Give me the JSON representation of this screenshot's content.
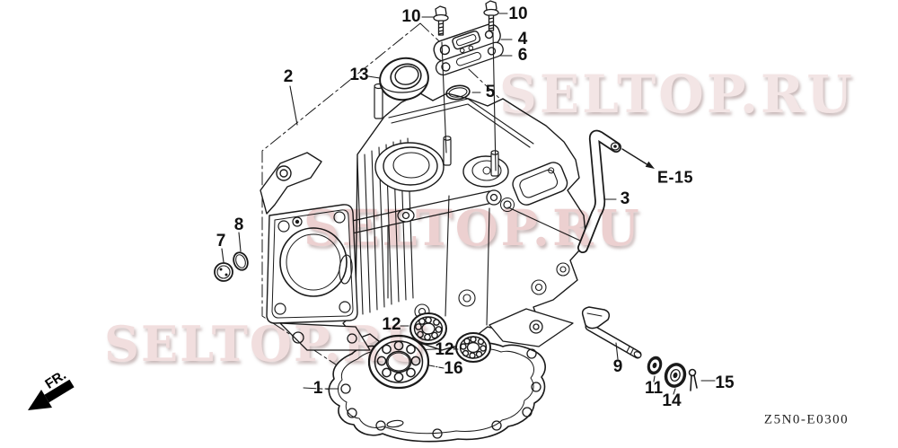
{
  "figure": {
    "type": "exploded-parts-diagram",
    "part_code": "Z5N0-E0300"
  },
  "watermark": {
    "text": "SELTOP.RU",
    "color_light": "#f3e5e5",
    "color_mid": "#eccfcf"
  },
  "direction": {
    "label": "FR."
  },
  "reference": {
    "label": "E-15"
  },
  "callouts": [
    {
      "ref": "10"
    },
    {
      "ref": "10"
    },
    {
      "ref": "4"
    },
    {
      "ref": "6"
    },
    {
      "ref": "5"
    },
    {
      "ref": "13"
    },
    {
      "ref": "2"
    },
    {
      "ref": "3"
    },
    {
      "ref": "7"
    },
    {
      "ref": "8"
    },
    {
      "ref": "12"
    },
    {
      "ref": "12"
    },
    {
      "ref": "16"
    },
    {
      "ref": "1"
    },
    {
      "ref": "9"
    },
    {
      "ref": "11"
    },
    {
      "ref": "14"
    },
    {
      "ref": "15"
    }
  ],
  "colors": {
    "line": "#1a1a1a",
    "label": "#111111",
    "background": "#ffffff"
  }
}
